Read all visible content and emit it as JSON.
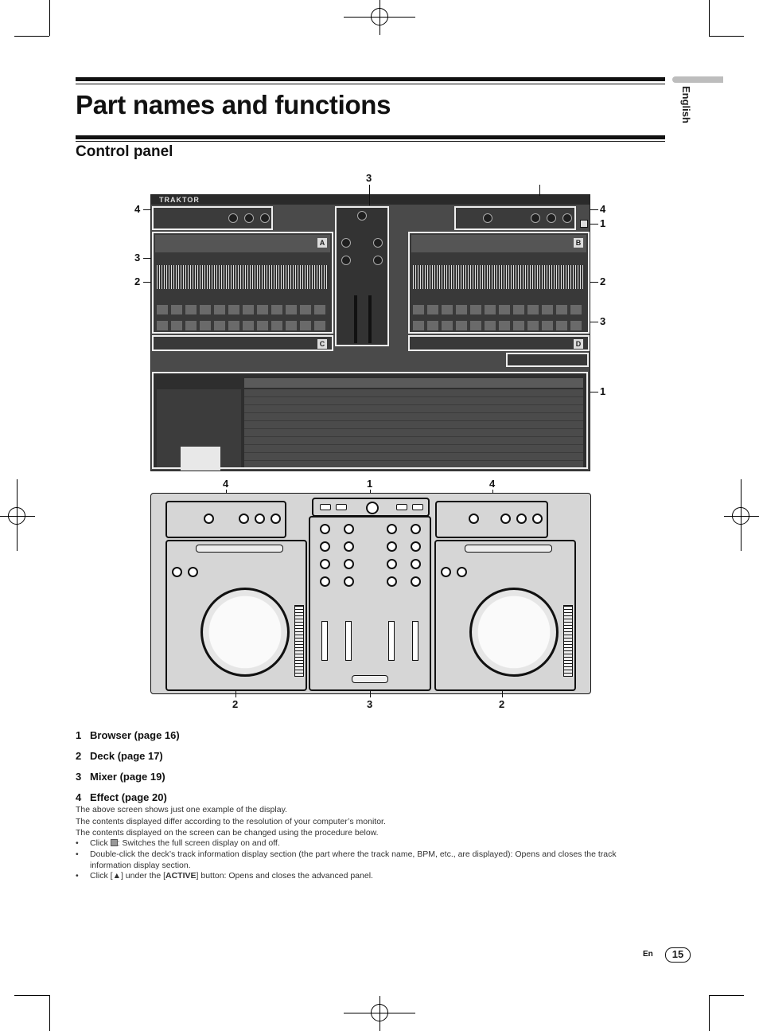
{
  "sidebar_tab": "English",
  "title": "Part names and functions",
  "section_title": "Control panel",
  "screenshot": {
    "app_logo": "TRAKTOR",
    "deck_letters": [
      "A",
      "B",
      "C",
      "D"
    ]
  },
  "callouts": {
    "sw_top3": "3",
    "sw_left4": "4",
    "sw_right4": "4",
    "sw_right1a": "1",
    "sw_left3": "3",
    "sw_left2": "2",
    "sw_right2": "2",
    "sw_right3": "3",
    "sw_right1b": "1",
    "hw_top4a": "4",
    "hw_top1": "1",
    "hw_top4b": "4",
    "hw_bot2a": "2",
    "hw_bot3": "3",
    "hw_bot2b": "2"
  },
  "legend": [
    {
      "num": "1",
      "label": "Browser (page 16)"
    },
    {
      "num": "2",
      "label": "Deck (page 17)"
    },
    {
      "num": "3",
      "label": "Mixer (page 19)"
    },
    {
      "num": "4",
      "label": "Effect (page 20)"
    }
  ],
  "notes": [
    "The above screen shows just one example of the display.",
    "The contents displayed differ according to the resolution of your computer’s monitor.",
    "The contents displayed on the screen can be changed using the procedure below."
  ],
  "bullets": {
    "b1_pre": "Click ",
    "b1_post": ": Switches the full screen display on and off.",
    "b2": "Double-click the deck’s track information display section (the part where the track name, BPM, etc., are displayed): Opens and closes the track information display section.",
    "b3_pre": "Click [▲] under the [",
    "b3_bold": "ACTIVE",
    "b3_post": "] button: Opens and closes the advanced panel.",
    "dot": "•"
  },
  "footer": {
    "lang": "En",
    "page": "15"
  },
  "colors": {
    "ink": "#111111",
    "lang_bar": "#bdbdbd",
    "screen_bg": "#4a4a4a",
    "hardware_body": "#d6d6d6"
  },
  "icons": [
    "registration-mark-icon",
    "fullscreen-icon"
  ]
}
